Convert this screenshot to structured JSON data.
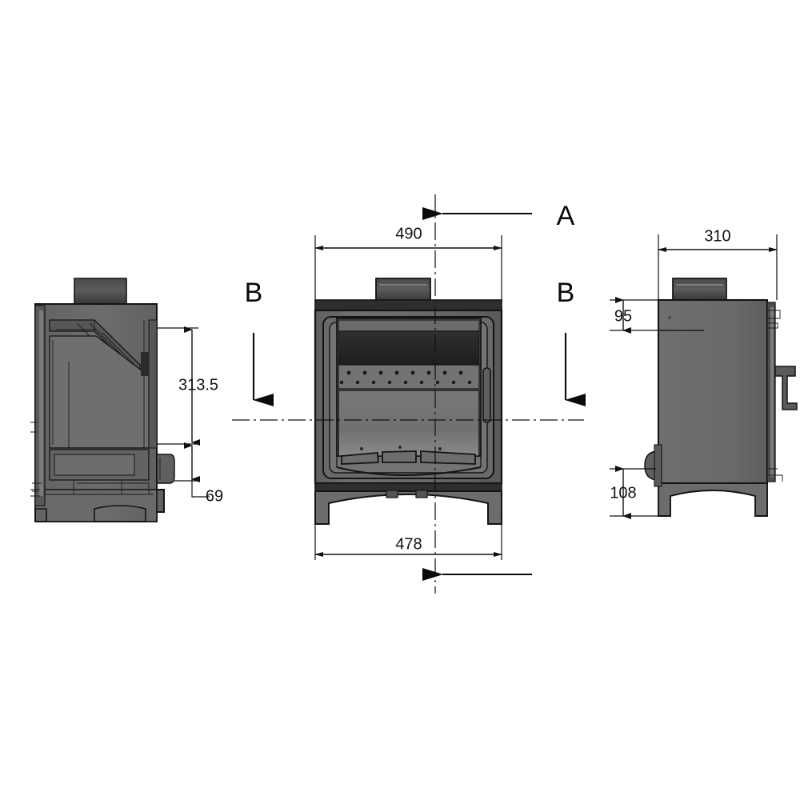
{
  "document": {
    "kind": "technical-drawing",
    "subject": "wood burning stove dimensional drawing",
    "units": "mm",
    "background_color": "#ffffff",
    "line_color": "#111111"
  },
  "views": [
    {
      "id": "left-section-view",
      "name": "Section A-A cutaway side view",
      "position": "left"
    },
    {
      "id": "center-front-view",
      "name": "Front elevation",
      "position": "center"
    },
    {
      "id": "right-side-view",
      "name": "Right side elevation",
      "position": "right"
    }
  ],
  "section_markers": {
    "a_top": {
      "label": "A",
      "direction": "left"
    },
    "a_bottom": {
      "label": "",
      "direction": "left"
    },
    "b_left": {
      "label": "B",
      "direction": "down"
    },
    "b_right": {
      "label": "B",
      "direction": "down"
    }
  },
  "dimensions": {
    "front_width_top": {
      "value": "490",
      "units": "mm",
      "orientation": "horizontal"
    },
    "front_width_bottom": {
      "value": "478",
      "units": "mm",
      "orientation": "horizontal"
    },
    "section_height_main": {
      "value": "313.5",
      "units": "mm",
      "orientation": "vertical"
    },
    "section_height_base": {
      "value": "69",
      "units": "mm",
      "orientation": "vertical"
    },
    "side_depth": {
      "value": "310",
      "units": "mm",
      "orientation": "horizontal"
    },
    "side_top_offset": {
      "value": "95",
      "units": "mm",
      "orientation": "vertical"
    },
    "side_bottom_offset": {
      "value": "108",
      "units": "mm",
      "orientation": "vertical"
    }
  },
  "colors": {
    "body_fill": "#6b6b6b",
    "body_dark": "#3a3a3a",
    "glass_fill": "#262626",
    "outline": "#141414",
    "white": "#ffffff",
    "mid_gray": "#787878",
    "light_gray": "#8e8e8e"
  }
}
